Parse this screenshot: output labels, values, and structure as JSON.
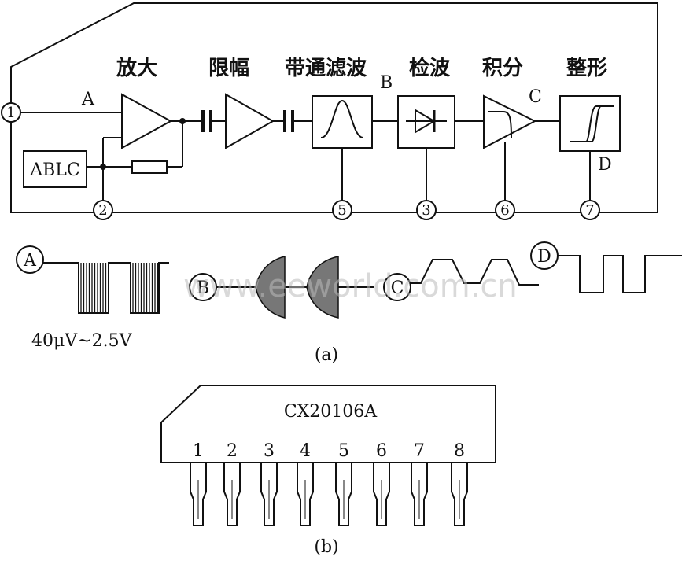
{
  "blocks": {
    "amplify": "放大",
    "limit": "限幅",
    "bandpass": "带通滤波",
    "detect": "检波",
    "integrate": "积分",
    "shape": "整形",
    "ablc": "ABLC"
  },
  "nodes": {
    "a": "A",
    "b": "B",
    "c": "C",
    "d": "D"
  },
  "pins": {
    "p1": "1",
    "p2": "2",
    "p3": "3",
    "p5": "5",
    "p6": "6",
    "p7": "7"
  },
  "waveforms": {
    "a_label": "A",
    "b_label": "B",
    "c_label": "C",
    "d_label": "D",
    "range": "40μV~2.5V"
  },
  "captions": {
    "a": "(a)",
    "b": "(b)"
  },
  "chip": {
    "name": "CX20106A",
    "pins": [
      "1",
      "2",
      "3",
      "4",
      "5",
      "6",
      "7",
      "8"
    ]
  },
  "watermark": "www.eeworld.com.cn"
}
